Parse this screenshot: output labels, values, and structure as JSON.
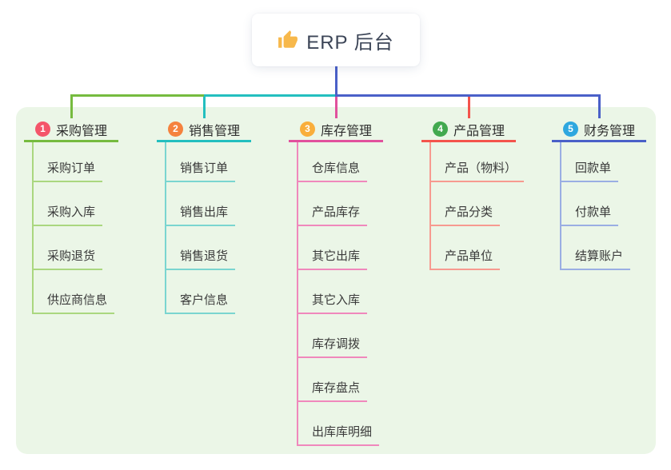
{
  "root": {
    "title": "ERP 后台",
    "icon": "thumbs-up-icon",
    "icon_color": "#F7B84B",
    "text_color": "#3C4557"
  },
  "colors": {
    "page_bg": "#FFFFFF",
    "panel_bg": "#EBF6E7",
    "card_bg": "#FFFFFF",
    "trunk": "#4A60C8",
    "branch_title_text": "#2E2E2E",
    "item_text": "#3A3A3A"
  },
  "branches": [
    {
      "index": "1",
      "title": "采购管理",
      "badge_color": "#F4556A",
      "line_color": "#76BB3F",
      "sub_line_color": "#AAD77F",
      "items": [
        "采购订单",
        "采购入库",
        "采购退货",
        "供应商信息"
      ]
    },
    {
      "index": "2",
      "title": "销售管理",
      "badge_color": "#F5823E",
      "line_color": "#23BFBF",
      "sub_line_color": "#7AD5D0",
      "items": [
        "销售订单",
        "销售出库",
        "销售退货",
        "客户信息"
      ]
    },
    {
      "index": "3",
      "title": "库存管理",
      "badge_color": "#F9AE3B",
      "line_color": "#E1519D",
      "sub_line_color": "#F088BC",
      "items": [
        "仓库信息",
        "产品库存",
        "其它出库",
        "其它入库",
        "库存调拨",
        "库存盘点",
        "出库库明细"
      ]
    },
    {
      "index": "4",
      "title": "产品管理",
      "badge_color": "#42A94F",
      "line_color": "#F4544C",
      "sub_line_color": "#F79A90",
      "items": [
        "产品（物料）",
        "产品分类",
        "产品单位"
      ]
    },
    {
      "index": "5",
      "title": "财务管理",
      "badge_color": "#2EA7DF",
      "line_color": "#4A60C8",
      "sub_line_color": "#9AAEE3",
      "items": [
        "回款单",
        "付款单",
        "结算账户"
      ]
    }
  ]
}
